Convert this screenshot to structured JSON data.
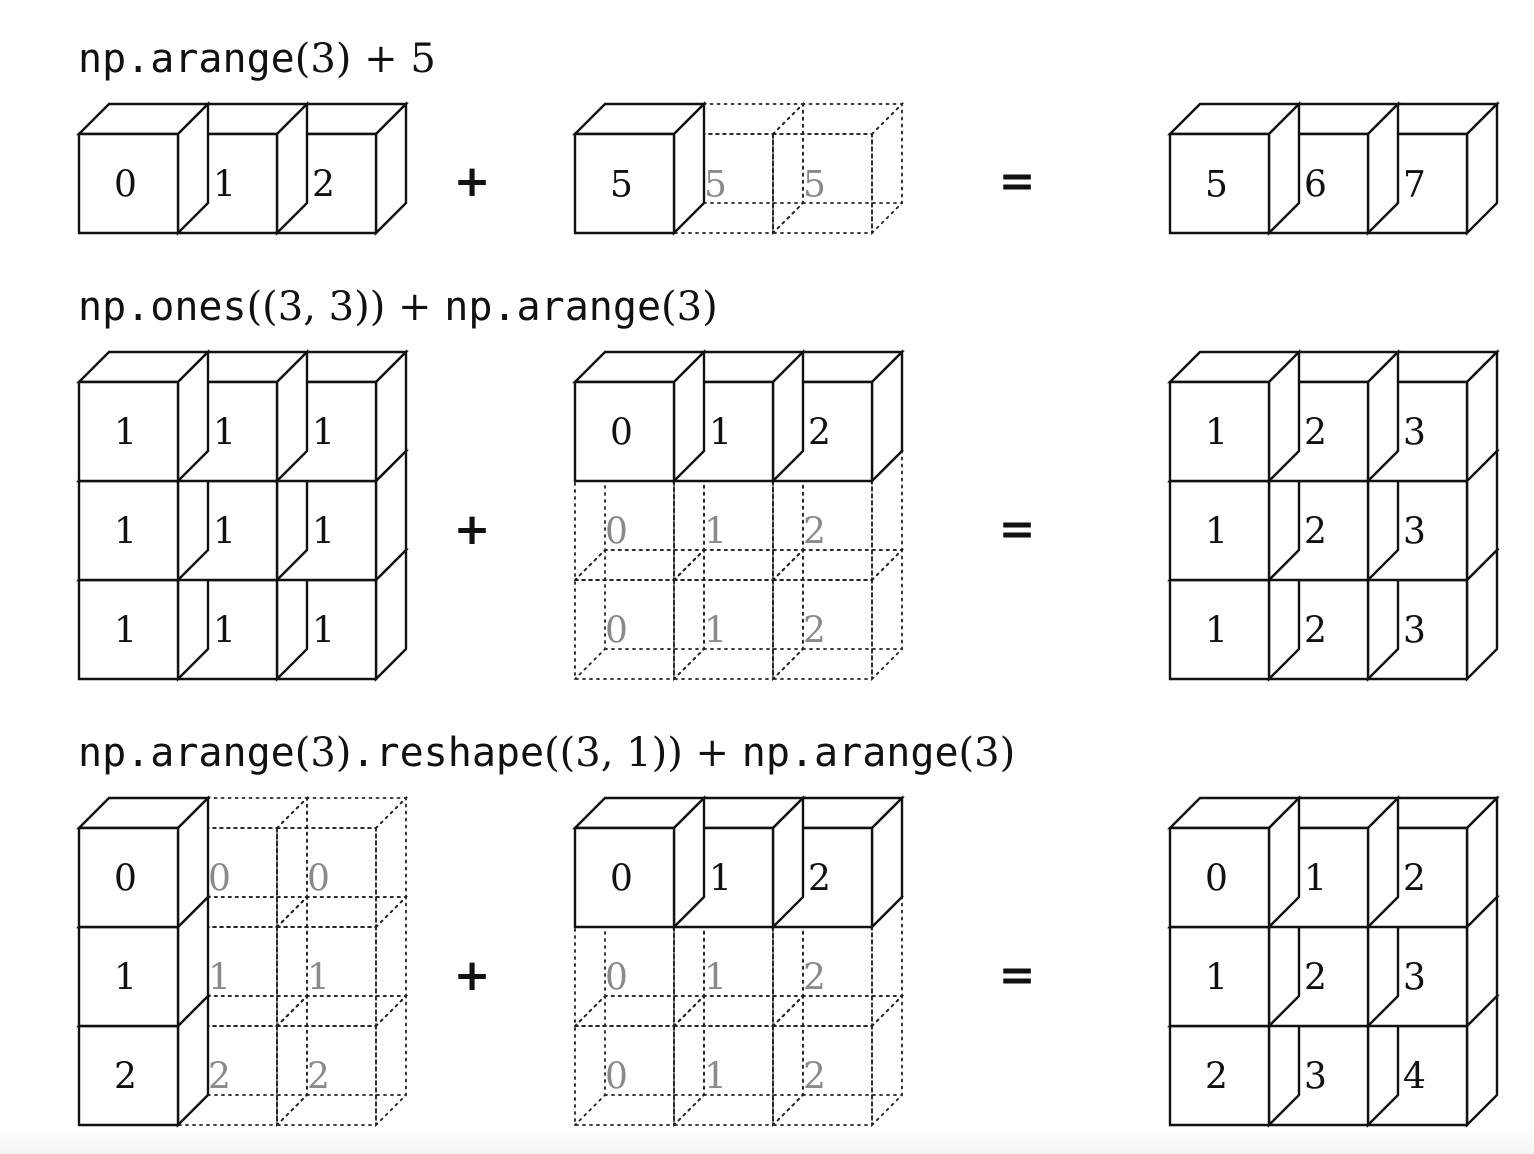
{
  "colors": {
    "ink": "#111111",
    "ghost_text": "#8a8a8a",
    "background": "#ffffff"
  },
  "rows": [
    {
      "expression": [
        {
          "text": "np.arange",
          "font": "mono"
        },
        {
          "text": "(3)",
          "font": "serif"
        },
        {
          "text": " + 5",
          "font": "serif"
        }
      ],
      "operator_plus": "+",
      "operator_equals": "=",
      "operands": [
        {
          "name": "left",
          "solid_cells": [
            [
              0,
              0
            ]
          ],
          "values": [
            [
              "0",
              "1",
              "2"
            ]
          ],
          "solid": [
            [
              true,
              true,
              true
            ]
          ]
        },
        {
          "name": "right",
          "values": [
            [
              "5",
              "5",
              "5"
            ]
          ],
          "solid": [
            [
              true,
              false,
              false
            ]
          ]
        },
        {
          "name": "result",
          "values": [
            [
              "5",
              "6",
              "7"
            ]
          ],
          "solid": [
            [
              true,
              true,
              true
            ]
          ]
        }
      ]
    },
    {
      "expression": [
        {
          "text": "np.ones",
          "font": "mono"
        },
        {
          "text": "((3, 3))",
          "font": "serif"
        },
        {
          "text": " + ",
          "font": "serif"
        },
        {
          "text": "np.arange",
          "font": "mono"
        },
        {
          "text": "(3)",
          "font": "serif"
        }
      ],
      "operator_plus": "+",
      "operator_equals": "=",
      "operands": [
        {
          "name": "left",
          "values": [
            [
              "1",
              "1",
              "1"
            ],
            [
              "1",
              "1",
              "1"
            ],
            [
              "1",
              "1",
              "1"
            ]
          ],
          "solid": [
            [
              true,
              true,
              true
            ],
            [
              true,
              true,
              true
            ],
            [
              true,
              true,
              true
            ]
          ]
        },
        {
          "name": "right",
          "values": [
            [
              "0",
              "1",
              "2"
            ],
            [
              "0",
              "1",
              "2"
            ],
            [
              "0",
              "1",
              "2"
            ]
          ],
          "solid": [
            [
              true,
              true,
              true
            ],
            [
              false,
              false,
              false
            ],
            [
              false,
              false,
              false
            ]
          ]
        },
        {
          "name": "result",
          "values": [
            [
              "1",
              "2",
              "3"
            ],
            [
              "1",
              "2",
              "3"
            ],
            [
              "1",
              "2",
              "3"
            ]
          ],
          "solid": [
            [
              true,
              true,
              true
            ],
            [
              true,
              true,
              true
            ],
            [
              true,
              true,
              true
            ]
          ]
        }
      ]
    },
    {
      "expression": [
        {
          "text": "np.arange",
          "font": "mono"
        },
        {
          "text": "(3)",
          "font": "serif"
        },
        {
          "text": ".reshape",
          "font": "mono"
        },
        {
          "text": "((3, 1))",
          "font": "serif"
        },
        {
          "text": " + ",
          "font": "serif"
        },
        {
          "text": "np.arange",
          "font": "mono"
        },
        {
          "text": "(3)",
          "font": "serif"
        }
      ],
      "operator_plus": "+",
      "operator_equals": "=",
      "operands": [
        {
          "name": "left",
          "values": [
            [
              "0",
              "0",
              "0"
            ],
            [
              "1",
              "1",
              "1"
            ],
            [
              "2",
              "2",
              "2"
            ]
          ],
          "solid": [
            [
              true,
              false,
              false
            ],
            [
              true,
              false,
              false
            ],
            [
              true,
              false,
              false
            ]
          ]
        },
        {
          "name": "right",
          "values": [
            [
              "0",
              "1",
              "2"
            ],
            [
              "0",
              "1",
              "2"
            ],
            [
              "0",
              "1",
              "2"
            ]
          ],
          "solid": [
            [
              true,
              true,
              true
            ],
            [
              false,
              false,
              false
            ],
            [
              false,
              false,
              false
            ]
          ]
        },
        {
          "name": "result",
          "values": [
            [
              "0",
              "1",
              "2"
            ],
            [
              "1",
              "2",
              "3"
            ],
            [
              "2",
              "3",
              "4"
            ]
          ],
          "solid": [
            [
              true,
              true,
              true
            ],
            [
              true,
              true,
              true
            ],
            [
              true,
              true,
              true
            ]
          ]
        }
      ]
    }
  ]
}
